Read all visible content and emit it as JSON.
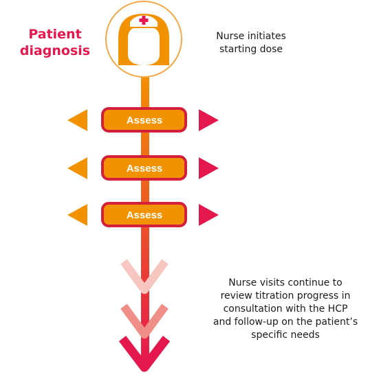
{
  "title": "Patient\ndiagnosis",
  "start_note": "Nurse initiates\nstarting dose",
  "steps": [
    {
      "label": "Assess"
    },
    {
      "label": "Assess"
    },
    {
      "label": "Assess"
    }
  ],
  "end_note": "Nurse visits continue to\nreview titration progress in\nconsultation with the HCP\nand follow-up on the patient’s\nspecific needs",
  "icons": {
    "top": "nurse-icon",
    "left_arrows": "orange-triangle-left",
    "right_arrows": "red-triangle-right",
    "chevrons": "downward-chevron"
  },
  "colors": {
    "accent_red": "#e5184e",
    "orange": "#f39200",
    "box_outline": "#d31f3c",
    "circle_outline": "#f3a94a",
    "faded_chevron_1": "#f7c6c0",
    "faded_chevron_2": "#ef8f88"
  }
}
